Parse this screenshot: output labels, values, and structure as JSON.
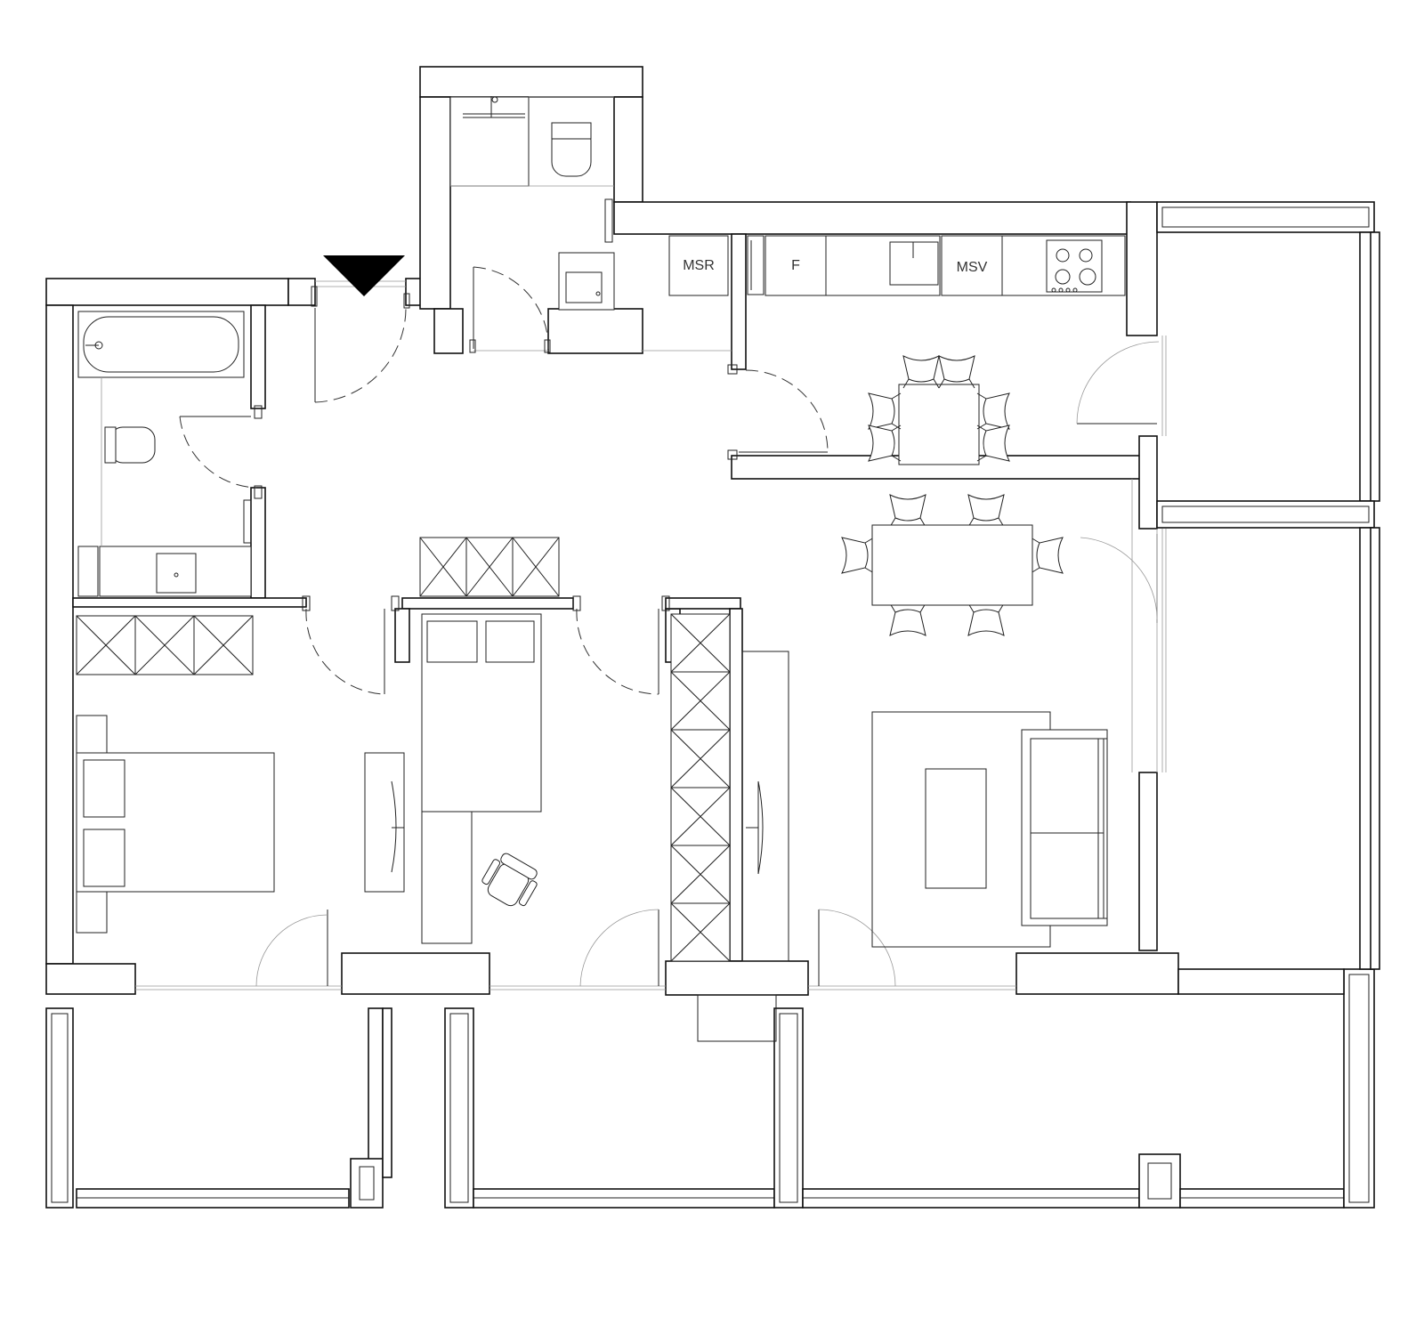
{
  "appliances": {
    "msr": "MSR",
    "f": "F",
    "msv": "MSV"
  },
  "colors": {
    "line": "#111111",
    "background": "#ffffff",
    "entrance_marker": "#000000"
  },
  "icons": {
    "entrance": "entrance-triangle-icon"
  }
}
